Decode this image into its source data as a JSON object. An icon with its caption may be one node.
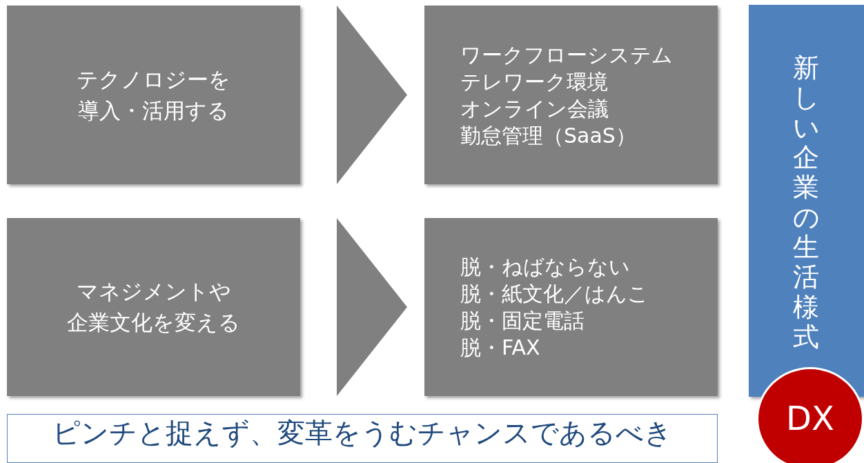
{
  "diagram": {
    "nodes": [
      {
        "text": [
          "テクノロジーを導入・活用する"
        ]
      },
      {
        "text": [
          "ワークフローシステム",
          "テレワーク環境",
          "オンライン会議",
          "勤怠管理（SaaS）"
        ]
      },
      {
        "text": [
          "マネジメントや企業文化を変える"
        ]
      },
      {
        "text": [
          "脱・ねばならない",
          "脱・紙文化／はんこ",
          "脱・固定電話",
          "脱・FAX"
        ]
      },
      {
        "text": [
          "新しい企業の生活様式"
        ]
      },
      {
        "text": [
          "DX"
        ]
      },
      {
        "text": [
          "ピンチと捉えず、変革をうむチャンスであるべき"
        ]
      }
    ],
    "edges": [
      {
        "from": 0,
        "to": 1,
        "arrow": "to"
      },
      {
        "from": 2,
        "to": 3,
        "arrow": "to"
      }
    ]
  }
}
